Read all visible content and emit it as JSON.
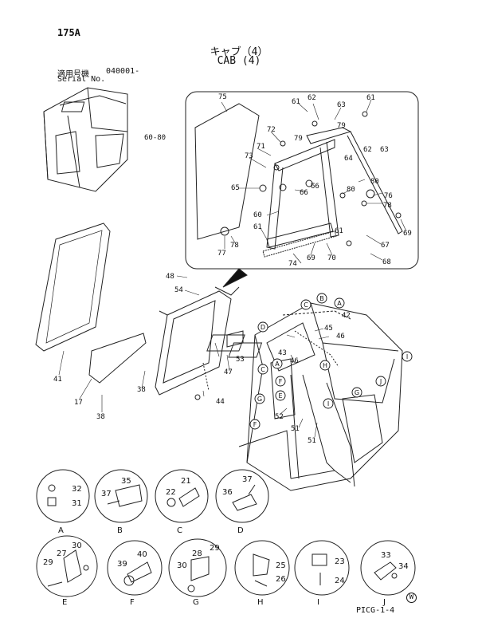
{
  "header": {
    "page_no": "175A",
    "title_jp": "キャブ（4）",
    "title_en": "CAB (4)",
    "serial_jp": "適用号機",
    "serial_value": "040001-",
    "serial_en": "Serial No."
  },
  "inset_refs": [
    "60-80"
  ],
  "part_numbers": [
    "75",
    "61",
    "62",
    "63",
    "61",
    "72",
    "79",
    "79",
    "71",
    "73",
    "64",
    "62",
    "63",
    "80",
    "65",
    "66",
    "66",
    "80",
    "76",
    "78",
    "60",
    "61",
    "61",
    "69",
    "77",
    "78",
    "74",
    "69",
    "70",
    "67",
    "68",
    "48",
    "54",
    "42",
    "45",
    "46",
    "46",
    "43",
    "53",
    "47",
    "44",
    "38",
    "38",
    "41",
    "17",
    "52",
    "51",
    "51"
  ],
  "callouts_main": [
    "A",
    "B",
    "C",
    "D",
    "E",
    "F",
    "G",
    "H",
    "I",
    "J"
  ],
  "details": [
    {
      "letter": "A",
      "parts": [
        "32",
        "31"
      ]
    },
    {
      "letter": "B",
      "parts": [
        "35",
        "37"
      ]
    },
    {
      "letter": "C",
      "parts": [
        "21",
        "22"
      ]
    },
    {
      "letter": "D",
      "parts": [
        "36",
        "37"
      ]
    },
    {
      "letter": "E",
      "parts": [
        "27",
        "30",
        "29"
      ]
    },
    {
      "letter": "F",
      "parts": [
        "40",
        "39"
      ]
    },
    {
      "letter": "G",
      "parts": [
        "28",
        "29",
        "30"
      ]
    },
    {
      "letter": "H",
      "parts": [
        "25",
        "26"
      ]
    },
    {
      "letter": "I",
      "parts": [
        "23",
        "24"
      ]
    },
    {
      "letter": "J",
      "parts": [
        "33",
        "34"
      ]
    }
  ],
  "footer": {
    "code": "PICG-1-4",
    "mark": "W"
  }
}
